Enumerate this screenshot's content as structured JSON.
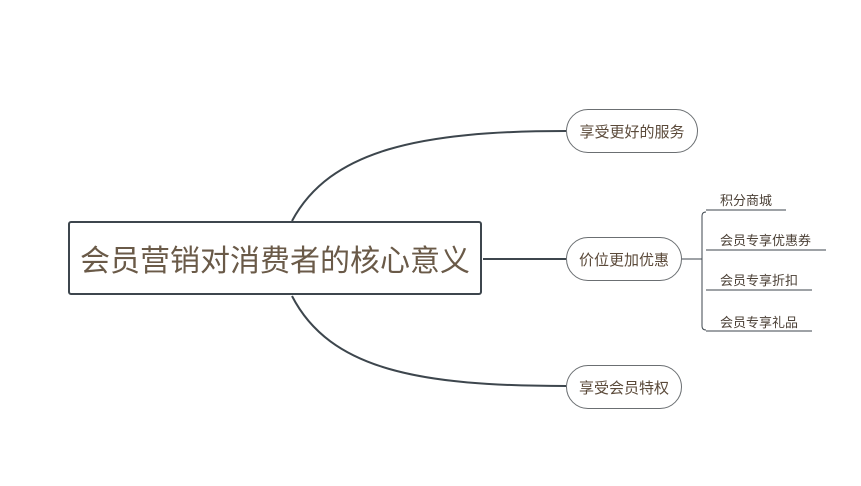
{
  "mindmap": {
    "root": {
      "label": "会员营销对消费者的核心意义"
    },
    "branches": [
      {
        "label": "享受更好的服务",
        "children": []
      },
      {
        "label": "价位更加优惠",
        "children": [
          "积分商城",
          "会员专享优惠券",
          "会员专享折扣",
          "会员专享礼品"
        ]
      },
      {
        "label": "享受会员特权",
        "children": []
      }
    ]
  },
  "colors": {
    "line": "#3d464d",
    "text": "#5b4a3a",
    "background": "#ffffff"
  }
}
